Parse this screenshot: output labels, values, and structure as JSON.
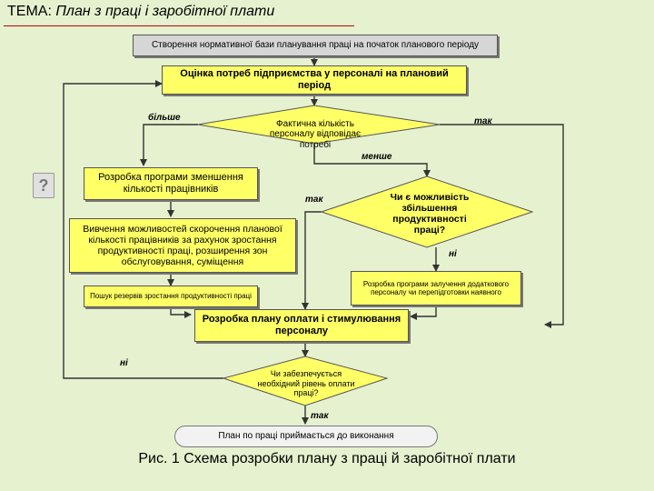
{
  "title": {
    "lead": "ТЕМА:",
    "rest": " План з праці і заробітної плати"
  },
  "nodes": {
    "start": "Створення нормативної бази планування праці на початок планового періоду",
    "assess": "Оцінка потреб підприємства у персоналі на плановий період",
    "decision_headcount": "Фактична кількість персоналу відповідає потребі",
    "reduce": "Розробка програми зменшення кількості працівників",
    "study": "Вивчення можливостей скорочення планової кількості працівників за рахунок зростання продуктивності праці, розширення зон обслуговування, суміщення",
    "reserves": "Пошук резервів зростання продуктивності праці",
    "decision_productivity": "Чи є можливість збільшення продуктивності праці?",
    "attract": "Розробка програми залучення додаткового персоналу чи перепідготовки наявного",
    "pay_plan": "Розробка плану оплати і стимулювання персоналу",
    "decision_pay": "Чи забезпечується необхідний рівень оплати праці?",
    "accept": "План по праці приймається до виконання"
  },
  "edge_labels": {
    "more": "більше",
    "yes_top": "так",
    "less": "менше",
    "yes_mid": "так",
    "no_productivity": "ні",
    "no_pay": "ні",
    "yes_pay": "так"
  },
  "help_icon": "?",
  "icons": {
    "help": "question-mark-icon"
  },
  "caption": "Рис. 1 Схема розробки плану з праці й заробітної плати",
  "colors": {
    "background": "#e6f1cf",
    "gray_box": "#d6d6d6",
    "yellow": "#ffff66",
    "rule": "#c00000"
  }
}
